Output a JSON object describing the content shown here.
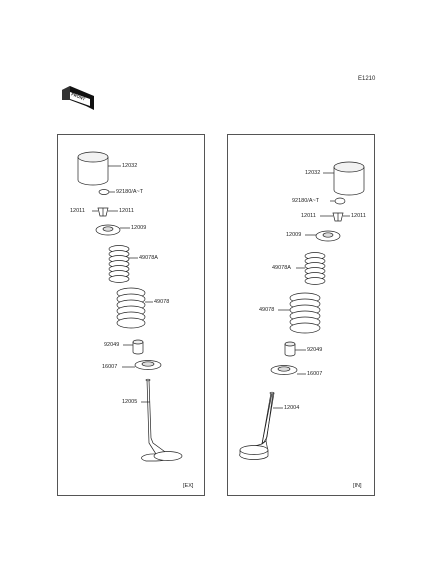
{
  "diagram_id": "E1210",
  "front_badge": "FRONT",
  "panels": [
    {
      "tag": "[EX]",
      "labels": [
        "12032",
        "92180/A~T",
        "12011",
        "12011",
        "12009",
        "49078A",
        "49078",
        "92049",
        "16007",
        "12005"
      ]
    },
    {
      "tag": "[IN]",
      "labels": [
        "12032",
        "92180/A~T",
        "12011",
        "12011",
        "12009",
        "49078A",
        "49078",
        "92049",
        "16007",
        "12004"
      ]
    }
  ]
}
